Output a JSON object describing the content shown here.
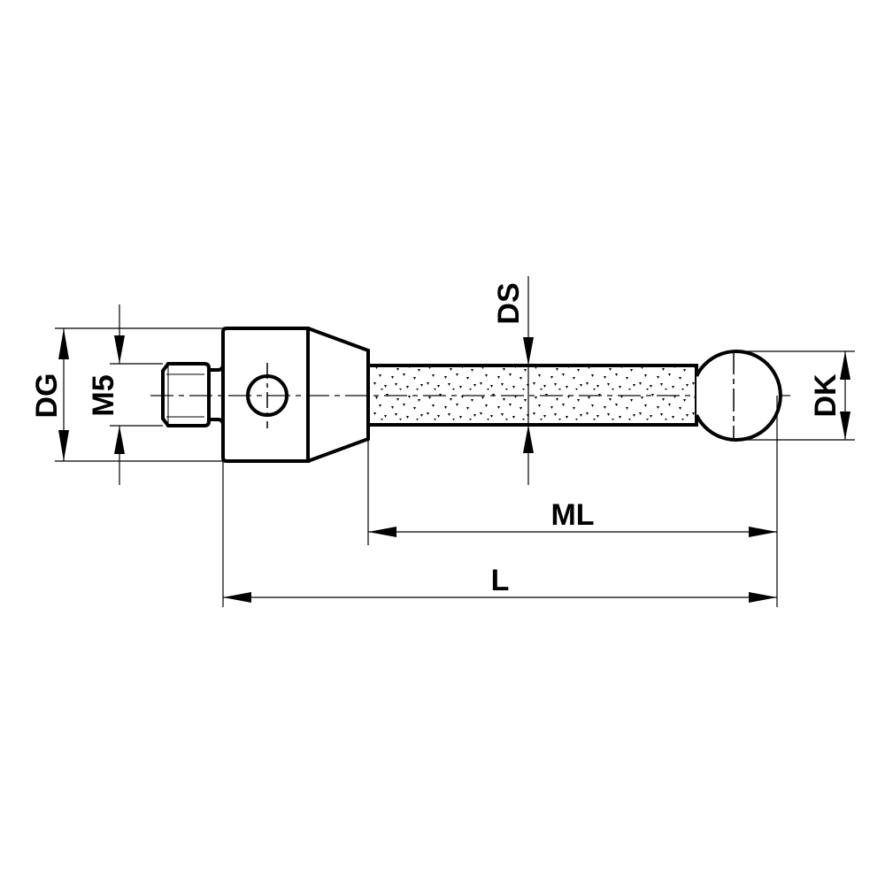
{
  "drawing": {
    "title": "Stylus with ball tip - dimension drawing",
    "colors": {
      "line": "#000000",
      "centerline": "#333333",
      "background": "#ffffff"
    },
    "dimensions": {
      "DG": {
        "label": "DG",
        "description": "body diameter"
      },
      "M5": {
        "label": "M5",
        "description": "thread size"
      },
      "DS": {
        "label": "DS",
        "description": "stem diameter"
      },
      "DK": {
        "label": "DK",
        "description": "ball diameter"
      },
      "ML": {
        "label": "ML",
        "description": "effective working length"
      },
      "L": {
        "label": "L",
        "description": "overall length"
      }
    },
    "parts": [
      "thread",
      "body",
      "cross-hole",
      "taper",
      "stem",
      "ball"
    ]
  }
}
